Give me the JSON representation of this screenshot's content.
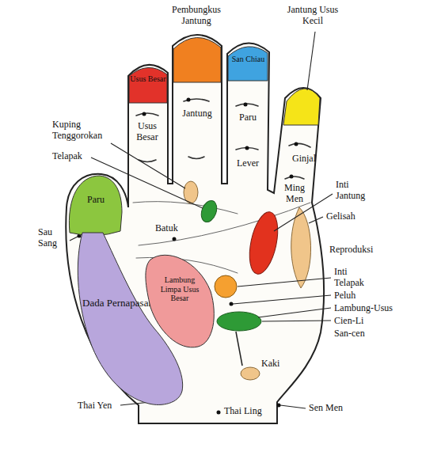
{
  "diagram": {
    "nodes": [
      {
        "text": [
          "Usus Besar"
        ]
      },
      {
        "text": [
          "Pembungkus Jantung"
        ]
      },
      {
        "text": [
          "San Chiau"
        ]
      },
      {
        "text": [
          "Jantung Usus Kecil"
        ]
      },
      {
        "text": [
          "Paru"
        ]
      },
      {
        "text": [
          "Dada Pernapasan"
        ]
      },
      {
        "text": [
          "Lambung Limpa Usus Besar"
        ]
      }
    ],
    "labels": [
      "Usus Besar",
      "Jantung",
      "Paru",
      "Lever",
      "Ginjal",
      "Ming Men",
      "Kuping Tenggorokan",
      "Telapak",
      "Batuk",
      "Inti Jantung",
      "Gelisah",
      "Sau Sang",
      "Reproduksi",
      "Inti Telapak",
      "Peluh",
      "Lambung-Usus",
      "Cien-Li",
      "San-cen",
      "Kaki",
      "Thai Yen",
      "Thai Ling",
      "Sen Men"
    ]
  }
}
